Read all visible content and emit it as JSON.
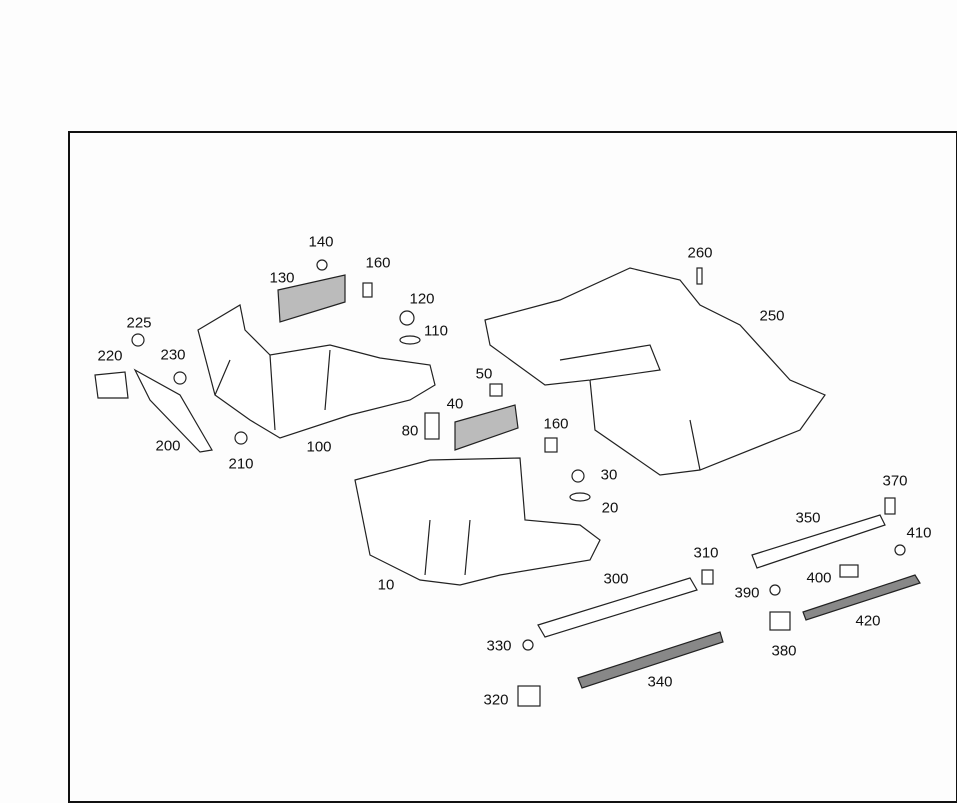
{
  "diagram": {
    "labels": {
      "p10": "10",
      "p20": "20",
      "p30": "30",
      "p40": "40",
      "p50": "50",
      "p80": "80",
      "p100": "100",
      "p110": "110",
      "p120": "120",
      "p130": "130",
      "p140": "140",
      "p160a": "160",
      "p160b": "160",
      "p200": "200",
      "p210": "210",
      "p220": "220",
      "p225": "225",
      "p230": "230",
      "p250": "250",
      "p260": "260",
      "p300": "300",
      "p310": "310",
      "p320": "320",
      "p330": "330",
      "p340": "340",
      "p350": "350",
      "p370": "370",
      "p380": "380",
      "p390": "390",
      "p400": "400",
      "p410": "410",
      "p420": "420"
    }
  }
}
